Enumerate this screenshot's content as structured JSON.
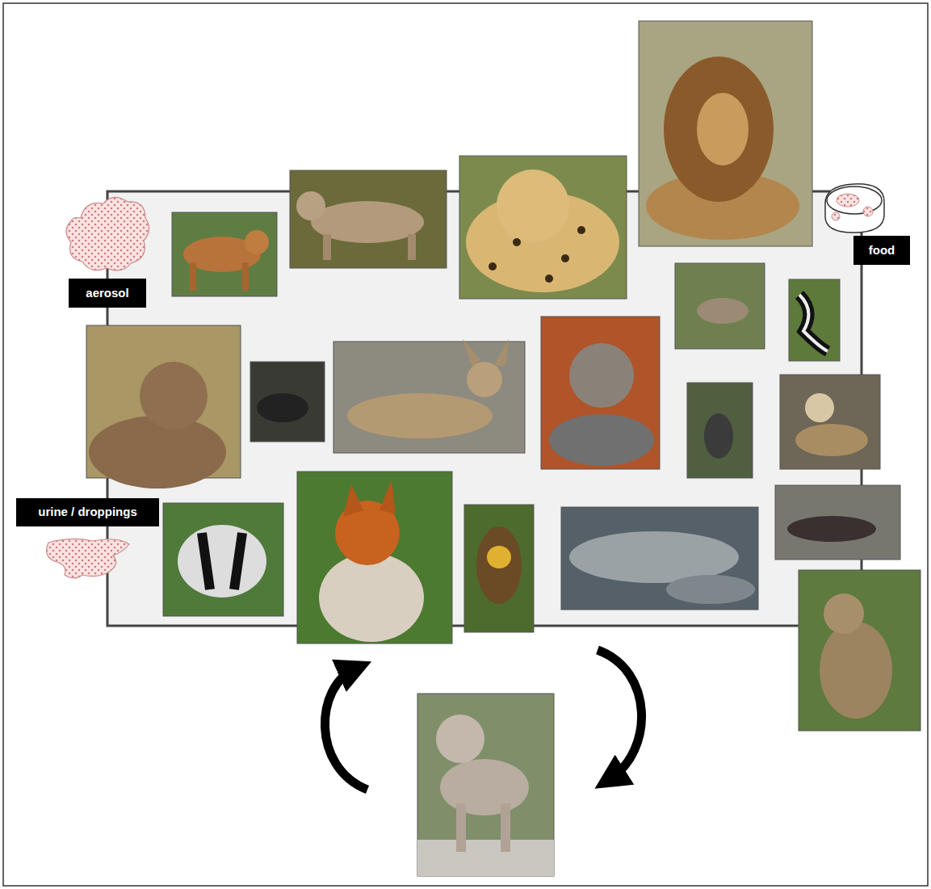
{
  "diagram": {
    "nodes": [
      {
        "text": [
          "aerosol"
        ]
      },
      {
        "text": [
          "food"
        ]
      },
      {
        "text": [
          "urine / droppings"
        ]
      }
    ]
  }
}
